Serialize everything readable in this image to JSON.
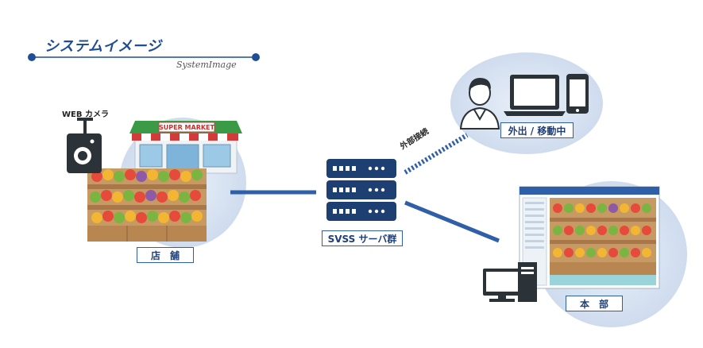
{
  "header": {
    "title": "システムイメージ",
    "subtitle": "SystemImage"
  },
  "nodes": {
    "store": {
      "label": "店　舗",
      "sign": "SUPER MARKET",
      "camera_label": "WEB カメラ"
    },
    "server": {
      "label": "SVSS サーバ群"
    },
    "mobile": {
      "label": "外出 / 移動中"
    },
    "hq": {
      "label": "本　部"
    }
  },
  "edges": {
    "external": {
      "label": "外部接続"
    }
  },
  "colors": {
    "primary": "#2f5fa8",
    "title": "#1f4e96",
    "bubble": "#dbe7f4",
    "server": "#1d3f72",
    "awning_green": "#3a9a46",
    "awning_red": "#d33b3b"
  },
  "icons": [
    "webcam-icon",
    "supermarket-icon",
    "server-icon",
    "person-icon",
    "laptop-icon",
    "smartphone-icon",
    "desktop-pc-icon",
    "monitor-screen-icon"
  ]
}
